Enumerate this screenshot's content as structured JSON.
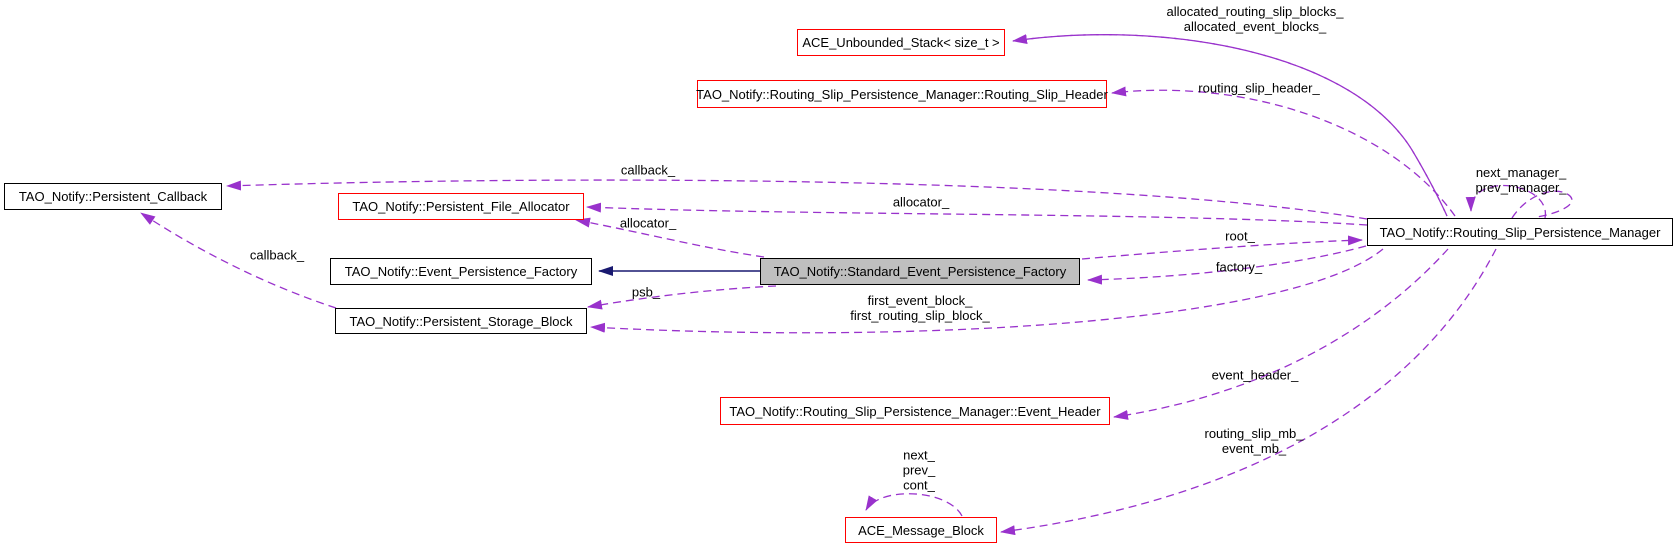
{
  "diagram": {
    "type": "doxygen-collaboration-graph",
    "colors": {
      "background": "#ffffff",
      "edge_dashed": "#9932cc",
      "edge_inheritance": "#191970",
      "node_border_black": "#000000",
      "node_border_red": "#ff0000",
      "node_fill": "#ffffff",
      "node_fill_highlight": "#bfbfbf",
      "text": "#000000"
    },
    "nodes": {
      "unbounded_stack": {
        "label": "ACE_Unbounded_Stack< size_t >"
      },
      "routing_slip_header": {
        "label": "TAO_Notify::Routing_Slip_Persistence_Manager::Routing_Slip_Header"
      },
      "persistent_callback": {
        "label": "TAO_Notify::Persistent_Callback"
      },
      "persistent_file_allocator": {
        "label": "TAO_Notify::Persistent_File_Allocator"
      },
      "event_persistence_factory": {
        "label": "TAO_Notify::Event_Persistence_Factory"
      },
      "standard_event_persistence_factory": {
        "label": "TAO_Notify::Standard_Event_Persistence_Factory"
      },
      "persistent_storage_block": {
        "label": "TAO_Notify::Persistent_Storage_Block"
      },
      "routing_slip_persistence_manager": {
        "label": "TAO_Notify::Routing_Slip_Persistence_Manager"
      },
      "event_header": {
        "label": "TAO_Notify::Routing_Slip_Persistence_Manager::Event_Header"
      },
      "ace_message_block": {
        "label": "ACE_Message_Block"
      }
    },
    "edge_labels": {
      "allocated_line1": "allocated_routing_slip_blocks_",
      "allocated_line2": "allocated_event_blocks_",
      "routing_slip_header": "routing_slip_header_",
      "callback_top": "callback_",
      "allocator_right": "allocator_",
      "allocator_left": "allocator_",
      "next_manager": "next_manager_",
      "prev_manager": "prev_manager_",
      "root": "root_",
      "factory": "factory_",
      "callback_lower": "callback_",
      "psb": "psb_",
      "first_event_block": "first_event_block_",
      "first_routing_slip_block": "first_routing_slip_block_",
      "event_header": "event_header_",
      "routing_slip_mb": "routing_slip_mb_",
      "event_mb": "event_mb_",
      "next": "next_",
      "prev": "prev_",
      "cont": "cont_"
    }
  }
}
